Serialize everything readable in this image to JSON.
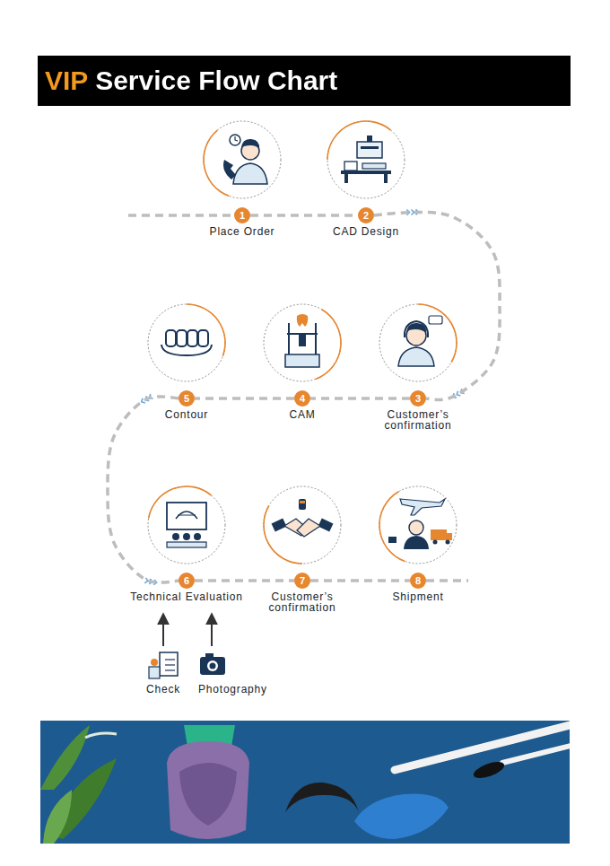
{
  "diagram": {
    "title": "VIP Service Flow Chart",
    "nodes": [
      {
        "text": [
          "1",
          "Place Order"
        ]
      },
      {
        "text": [
          "2",
          "CAD Design"
        ]
      },
      {
        "text": [
          "3",
          "Customer’s confirmation"
        ]
      },
      {
        "text": [
          "4",
          "CAM"
        ]
      },
      {
        "text": [
          "5",
          "Contour"
        ]
      },
      {
        "text": [
          "6",
          "Technical Evaluation"
        ]
      },
      {
        "text": [
          "7",
          "Customer’s confirmation"
        ]
      },
      {
        "text": [
          "8",
          "Shipment"
        ]
      },
      {
        "text": [
          "Check"
        ]
      },
      {
        "text": [
          "Photography"
        ]
      }
    ],
    "edges": [
      {
        "from": 0,
        "to": 1,
        "arrow": "none"
      },
      {
        "from": 1,
        "to": 2,
        "arrow": "to"
      },
      {
        "from": 2,
        "to": 3,
        "arrow": "none"
      },
      {
        "from": 3,
        "to": 4,
        "arrow": "none"
      },
      {
        "from": 4,
        "to": 5,
        "arrow": "to"
      },
      {
        "from": 5,
        "to": 6,
        "arrow": "none"
      },
      {
        "from": 6,
        "to": 7,
        "arrow": "none"
      },
      {
        "from": 8,
        "to": 5,
        "arrow": "to"
      },
      {
        "from": 9,
        "to": 5,
        "arrow": "to"
      }
    ]
  }
}
